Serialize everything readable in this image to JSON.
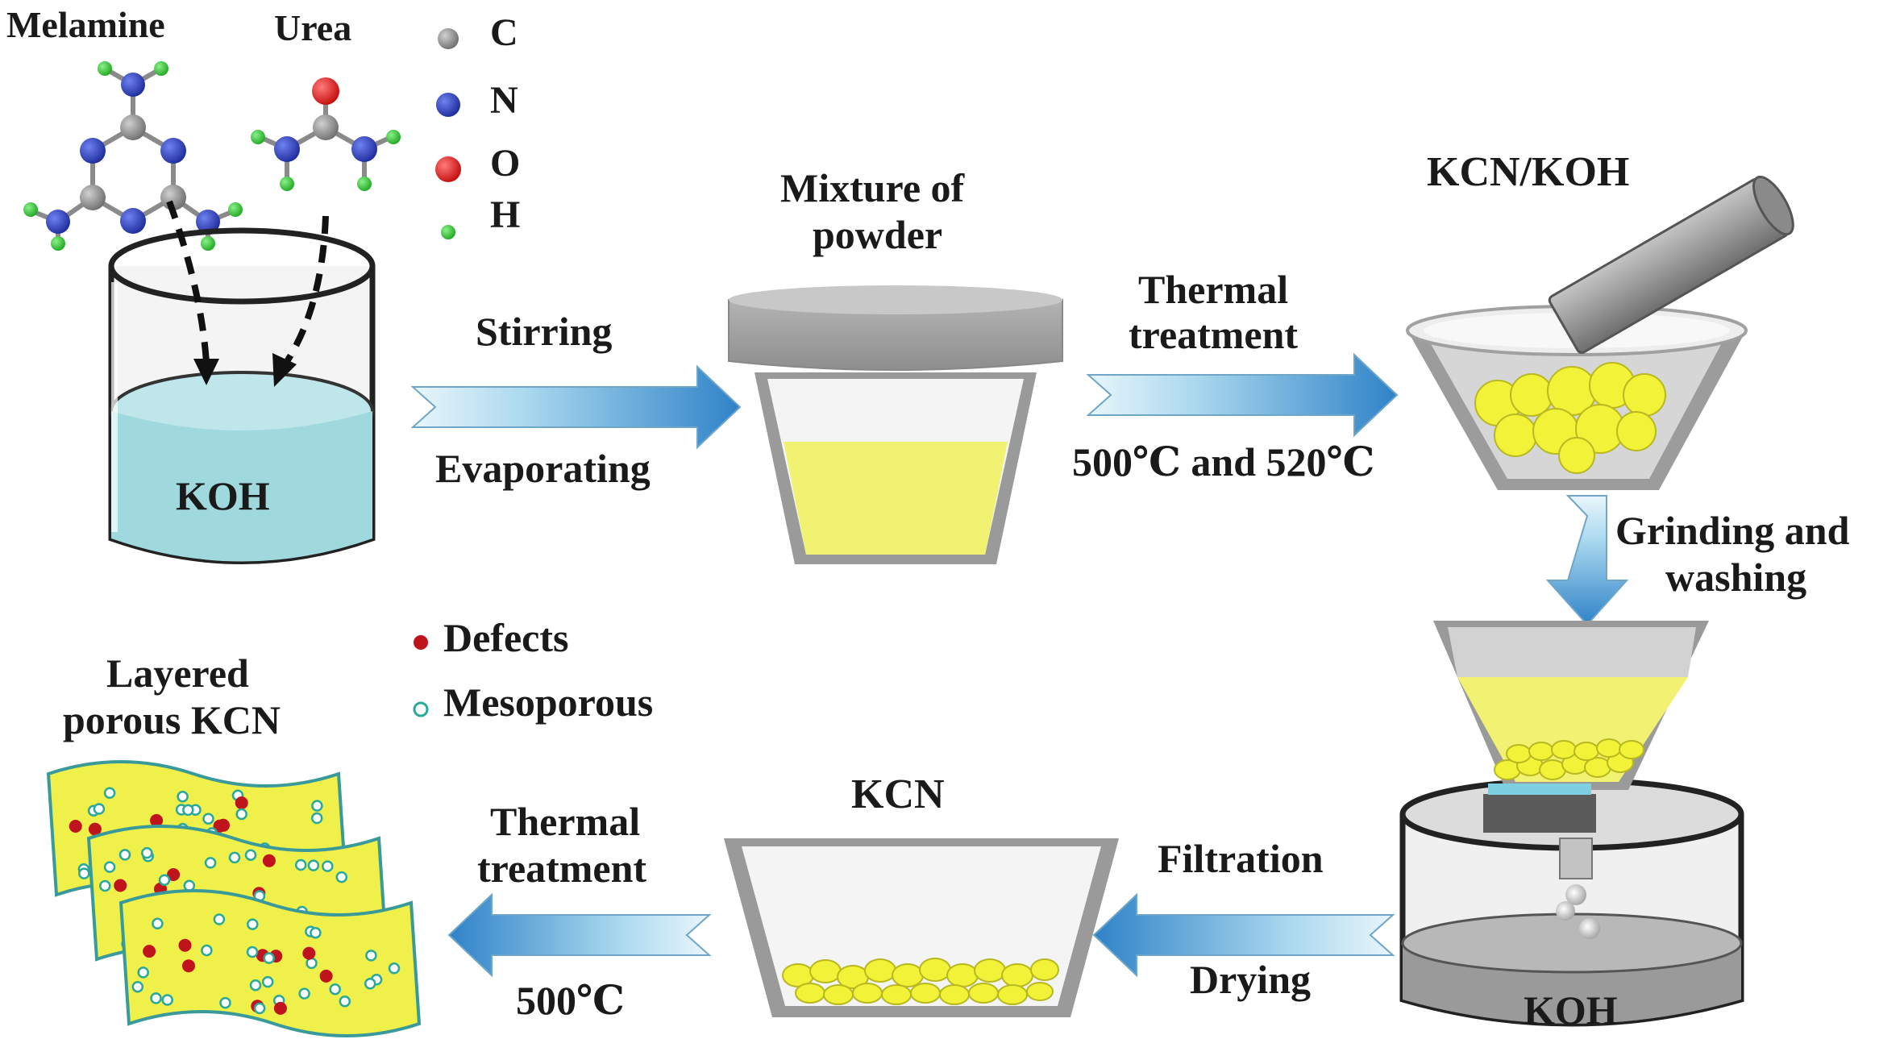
{
  "reagents": {
    "melamine": "Melamine",
    "urea": "Urea"
  },
  "atom_legend": [
    {
      "symbol": "C",
      "color": "#808080"
    },
    {
      "symbol": "N",
      "color": "#2a3fb8"
    },
    {
      "symbol": "O",
      "color": "#e01818"
    },
    {
      "symbol": "H",
      "color": "#33cc33"
    }
  ],
  "beaker_label": "KOH",
  "step1": {
    "top": "Stirring",
    "bottom": "Evaporating"
  },
  "mixture_label_line1": "Mixture of",
  "mixture_label_line2": "powder",
  "step2": {
    "top_line1": "Thermal",
    "top_line2": "treatment",
    "bottom": "500℃ and  520℃"
  },
  "mortar_label": "KCN/KOH",
  "step3": {
    "line1": "Grinding and",
    "line2": "washing"
  },
  "filter_beaker_label": "KOH",
  "step4": {
    "top": "Filtration",
    "bottom": "Drying"
  },
  "kcn_label": "KCN",
  "step5": {
    "top_line1": "Thermal",
    "top_line2": "treatment",
    "bottom": "500℃"
  },
  "product_label_line1": "Layered",
  "product_label_line2": "porous KCN",
  "feature_legend": [
    {
      "label": "Defects",
      "color": "#c0141c"
    },
    {
      "label": "Mesoporous",
      "color": "#2aa89a"
    }
  ],
  "colors": {
    "arrow_blue": "#2f82c8",
    "koh_solution": "#9fd9dd",
    "yellow_powder": "#f2f238",
    "sheet_fill": "#f0f04a"
  }
}
